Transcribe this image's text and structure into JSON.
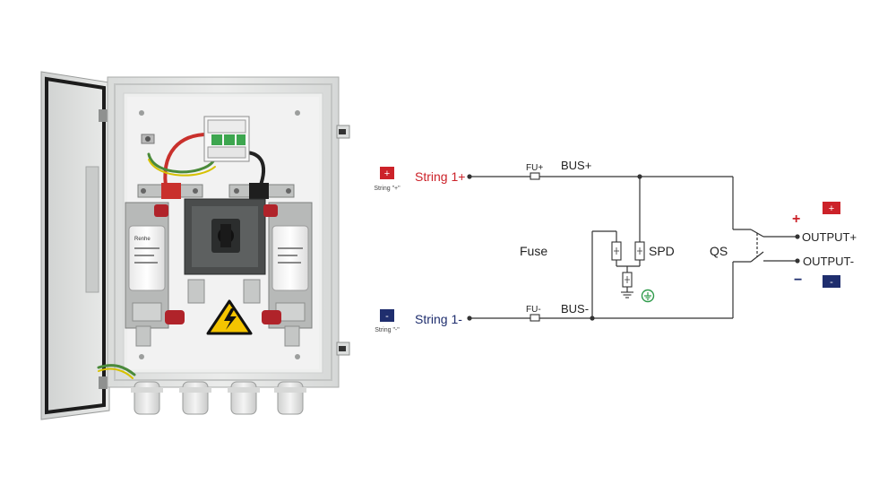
{
  "colors": {
    "positive": "#cc2229",
    "negative": "#1f2e6e",
    "wire": "#333333",
    "ground": "#2e9a4a",
    "cabinet": "#e3e4e3",
    "hazard": "#f4c400"
  },
  "photo": {
    "warning_icon": "high-voltage-warning-icon",
    "fuse_brand": "Renhe"
  },
  "schematic": {
    "string_pos": {
      "badge": "+",
      "label": "String 1+",
      "caption": "String \"+\""
    },
    "string_neg": {
      "badge": "-",
      "label": "String 1-",
      "caption": "String \"-\""
    },
    "fuse_pos": "FU+",
    "fuse_neg": "FU-",
    "bus_pos": "BUS+",
    "bus_neg": "BUS-",
    "fuse_label": "Fuse",
    "spd_label": "SPD",
    "switch_label": "QS",
    "output_pos": {
      "sign": "+",
      "badge": "+",
      "label": "OUTPUT+"
    },
    "output_neg": {
      "sign": "−",
      "badge": "-",
      "label": "OUTPUT-"
    }
  }
}
